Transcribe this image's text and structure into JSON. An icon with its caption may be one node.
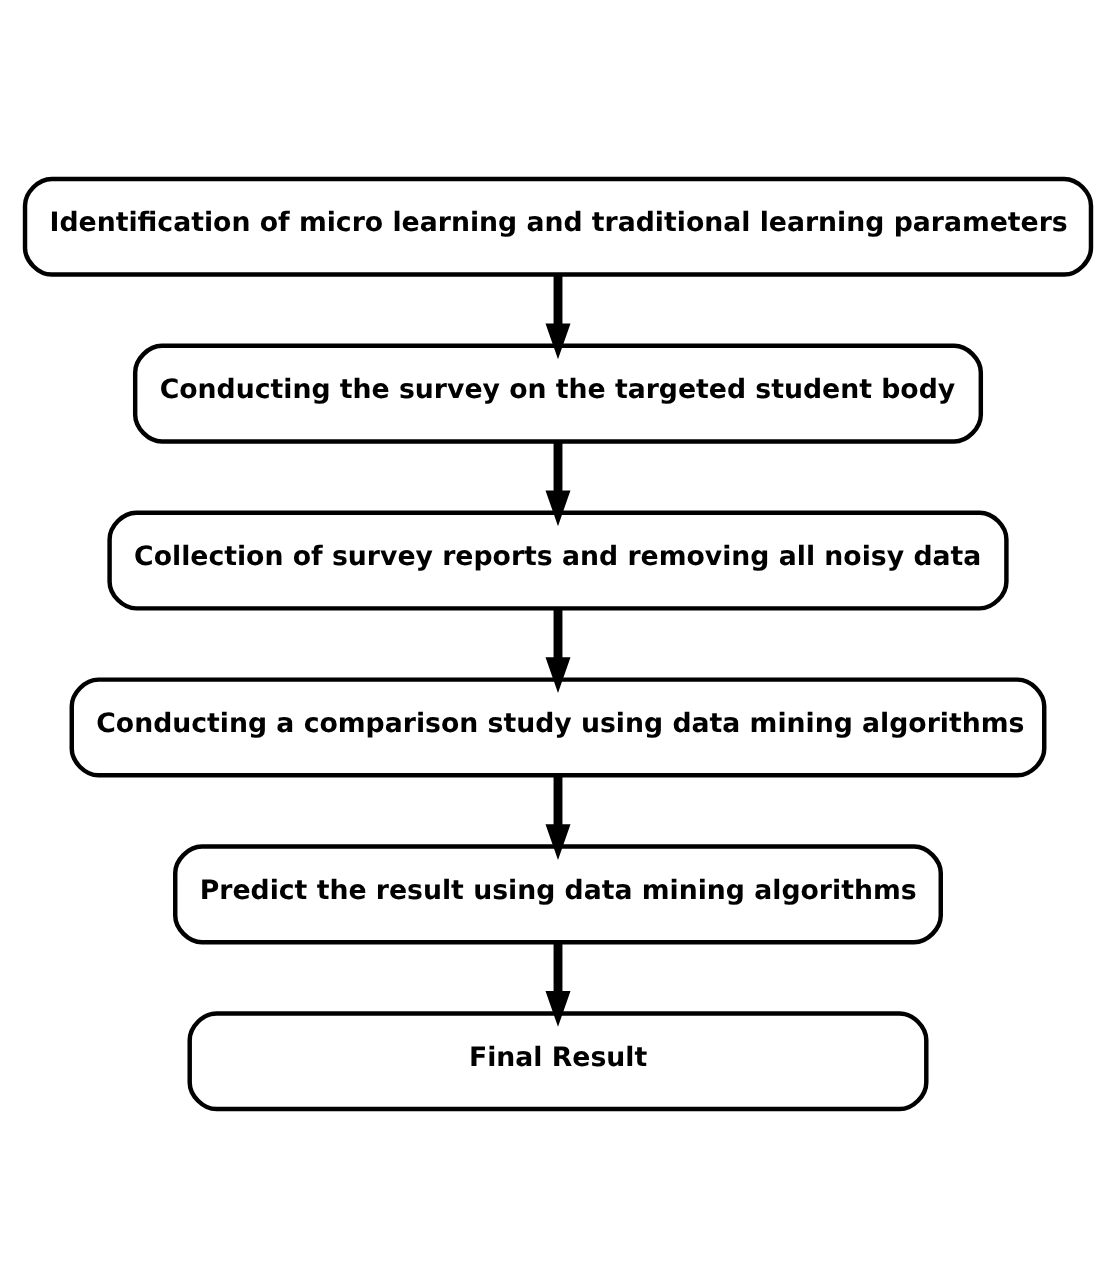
{
  "diagram": {
    "nodes": [
      {
        "text": [
          "Identification of micro learning and traditional learning parameters"
        ]
      },
      {
        "text": [
          "Conducting the survey on the targeted student body"
        ]
      },
      {
        "text": [
          "Collection of survey reports and removing all noisy data"
        ]
      },
      {
        "text": [
          "Conducting a comparison study using data mining algorithms"
        ]
      },
      {
        "text": [
          "Predict the result using data mining algorithms"
        ]
      },
      {
        "text": [
          "Final Result"
        ]
      }
    ],
    "edges": [
      {
        "from": 0,
        "to": 1,
        "arrow": "to"
      },
      {
        "from": 1,
        "to": 2,
        "arrow": "to"
      },
      {
        "from": 2,
        "to": 3,
        "arrow": "to"
      },
      {
        "from": 3,
        "to": 4,
        "arrow": "to"
      },
      {
        "from": 4,
        "to": 5,
        "arrow": "to"
      }
    ]
  }
}
